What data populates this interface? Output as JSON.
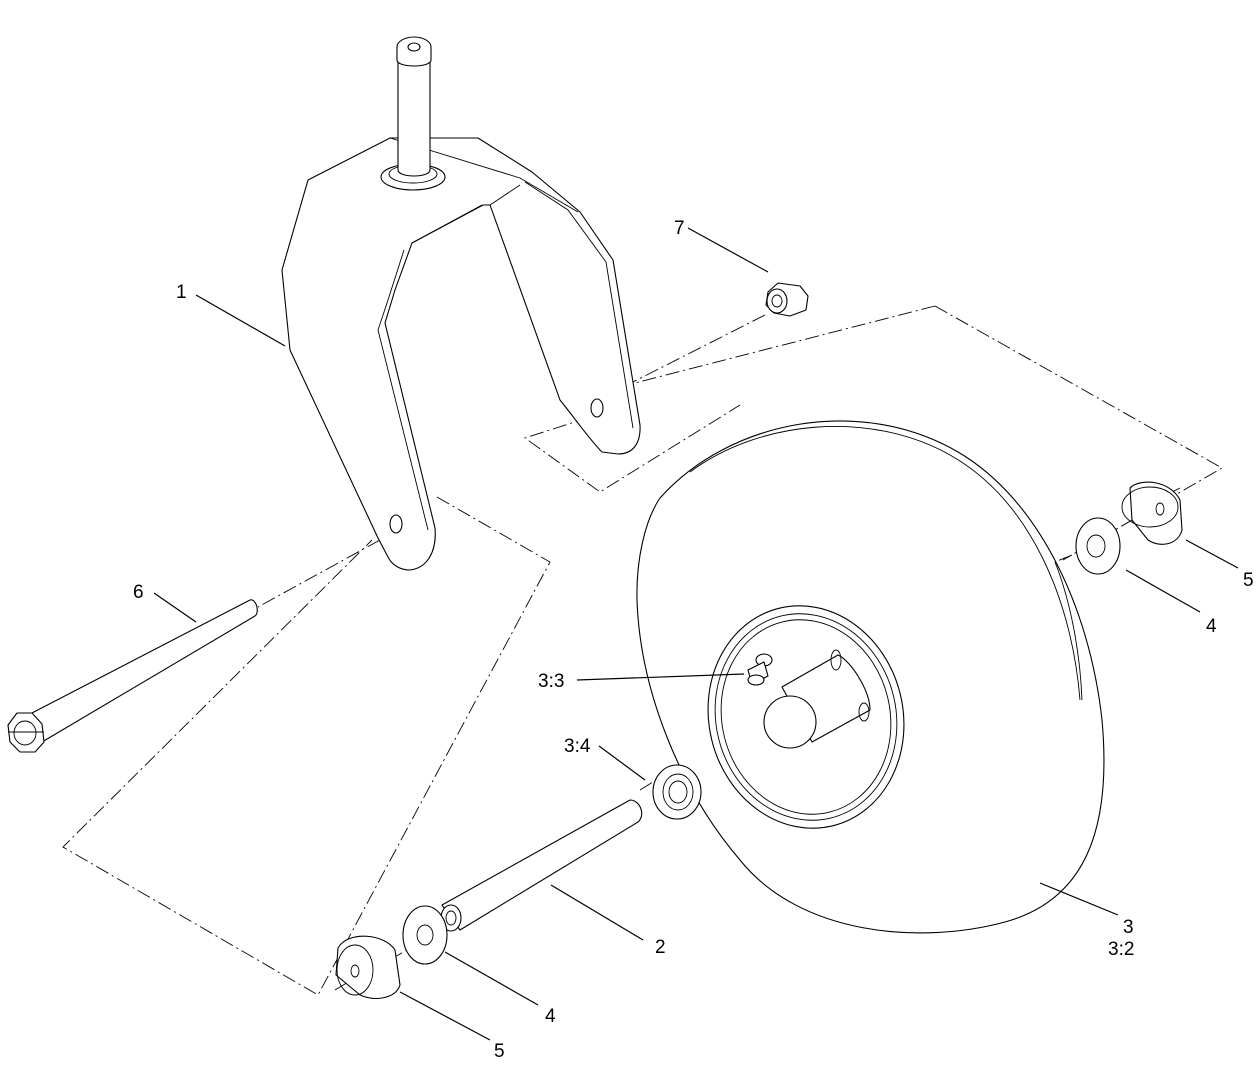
{
  "callouts": {
    "c1": "1",
    "c2": "2",
    "c3": "3",
    "c3_2": "3:2",
    "c3_3": "3:3",
    "c3_4": "3:4",
    "c4_left": "4",
    "c4_right": "4",
    "c5_left": "5",
    "c5_right": "5",
    "c6": "6",
    "c7": "7"
  },
  "colors": {
    "line": "#000000",
    "background": "#ffffff"
  }
}
